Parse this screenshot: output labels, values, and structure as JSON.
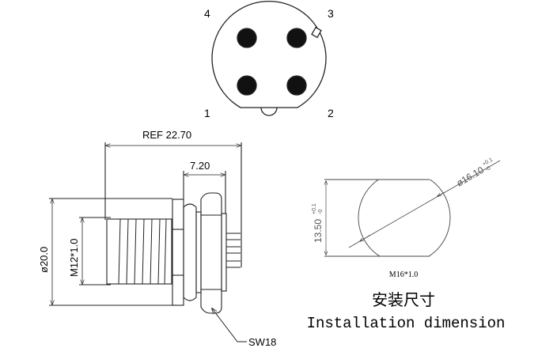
{
  "pinout": {
    "pin_labels": [
      "1",
      "2",
      "3",
      "4"
    ]
  },
  "side_view": {
    "ref_length": "REF 22.70",
    "rear_length": "7.20",
    "outer_diameter": "ø20.0",
    "thread": "M12*1.0",
    "wrench_size": "SW18"
  },
  "installation": {
    "flat_height": "13.50",
    "flat_tol_upper": "+0.1",
    "flat_tol_lower": "-0",
    "hole_diameter": "ø16.10",
    "hole_tol_upper": "+0.1",
    "hole_tol_lower": "-0",
    "thread": "M16*1.0",
    "title_cn": "安装尺寸",
    "title_en": "Installation dimension"
  }
}
